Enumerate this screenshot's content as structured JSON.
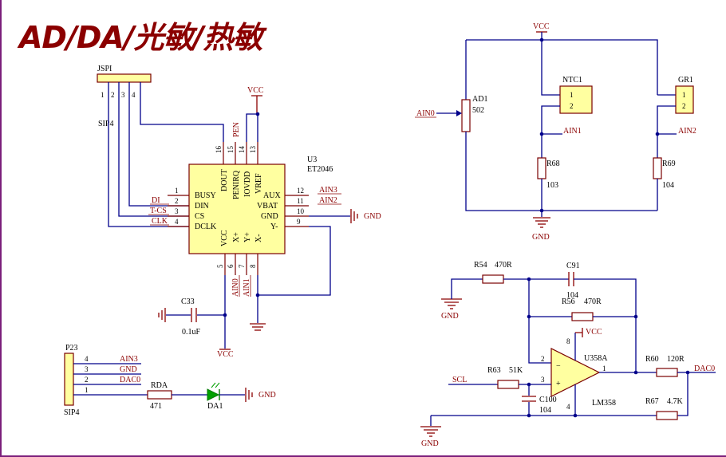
{
  "title": "AD/DA/光敏/热敏",
  "u3": {
    "ref": "U3",
    "part": "ET2046",
    "left_pins": [
      {
        "num": "1",
        "name": "BUSY"
      },
      {
        "num": "2",
        "name": "DIN"
      },
      {
        "num": "3",
        "name": "CS"
      },
      {
        "num": "4",
        "name": "DCLK"
      }
    ],
    "right_pins": [
      {
        "num": "12",
        "name": "AUX"
      },
      {
        "num": "11",
        "name": "VBAT"
      },
      {
        "num": "10",
        "name": "GND"
      },
      {
        "num": "9",
        "name": "Y-"
      }
    ],
    "top_pins": [
      {
        "num": "16",
        "name": "DOUT"
      },
      {
        "num": "15",
        "name": "PENIRQ"
      },
      {
        "num": "14",
        "name": "IOVDD"
      },
      {
        "num": "13",
        "name": "VREF"
      }
    ],
    "bottom_pins": [
      {
        "num": "5",
        "name": "VCC"
      },
      {
        "num": "6",
        "name": "X+"
      },
      {
        "num": "7",
        "name": "Y+"
      },
      {
        "num": "8",
        "name": "X-"
      }
    ]
  },
  "nets": {
    "ain3": "AIN3",
    "ain2": "AIN2",
    "ain0": "AIN0",
    "ain1": "AIN1",
    "di": "DI",
    "tcs": "T-CS",
    "clk": "CLK",
    "pen": "PEN",
    "vcc": "VCC",
    "gnd": "GND",
    "scl": "SCL",
    "dac0": "DAC0"
  },
  "jspi": {
    "ref": "JSPI",
    "type": "SIP4",
    "pins": [
      "1",
      "2",
      "3",
      "4"
    ]
  },
  "p23": {
    "ref": "P23",
    "type": "SIP4",
    "pins": [
      "4",
      "3",
      "2",
      "1"
    ],
    "nets": [
      "AIN3",
      "GND",
      "DAC0",
      ""
    ]
  },
  "c33": {
    "ref": "C33",
    "value": "0.1uF"
  },
  "rda": {
    "ref": "RDA",
    "value": "471"
  },
  "da1": {
    "ref": "DA1"
  },
  "ad1": {
    "ref": "AD1",
    "value": "502"
  },
  "ntc1": {
    "ref": "NTC1",
    "pins": [
      "1",
      "2"
    ]
  },
  "gr1": {
    "ref": "GR1",
    "pins": [
      "1",
      "2"
    ]
  },
  "r68": {
    "ref": "R68",
    "value": "103"
  },
  "r69": {
    "ref": "R69",
    "value": "104"
  },
  "r54": {
    "ref": "R54",
    "value": "470R"
  },
  "c91": {
    "ref": "C91",
    "value": "104"
  },
  "r56": {
    "ref": "R56",
    "value": "470R"
  },
  "r63": {
    "ref": "R63",
    "value": "51K"
  },
  "c100": {
    "ref": "C100",
    "value": "104"
  },
  "u358": {
    "ref": "U358A",
    "part": "LM358",
    "pins": {
      "p8": "8",
      "p2": "2",
      "p3": "3",
      "p1": "1",
      "p4": "4"
    }
  },
  "r60": {
    "ref": "R60",
    "value": "120R"
  },
  "r67": {
    "ref": "R67",
    "value": "4.7K"
  }
}
